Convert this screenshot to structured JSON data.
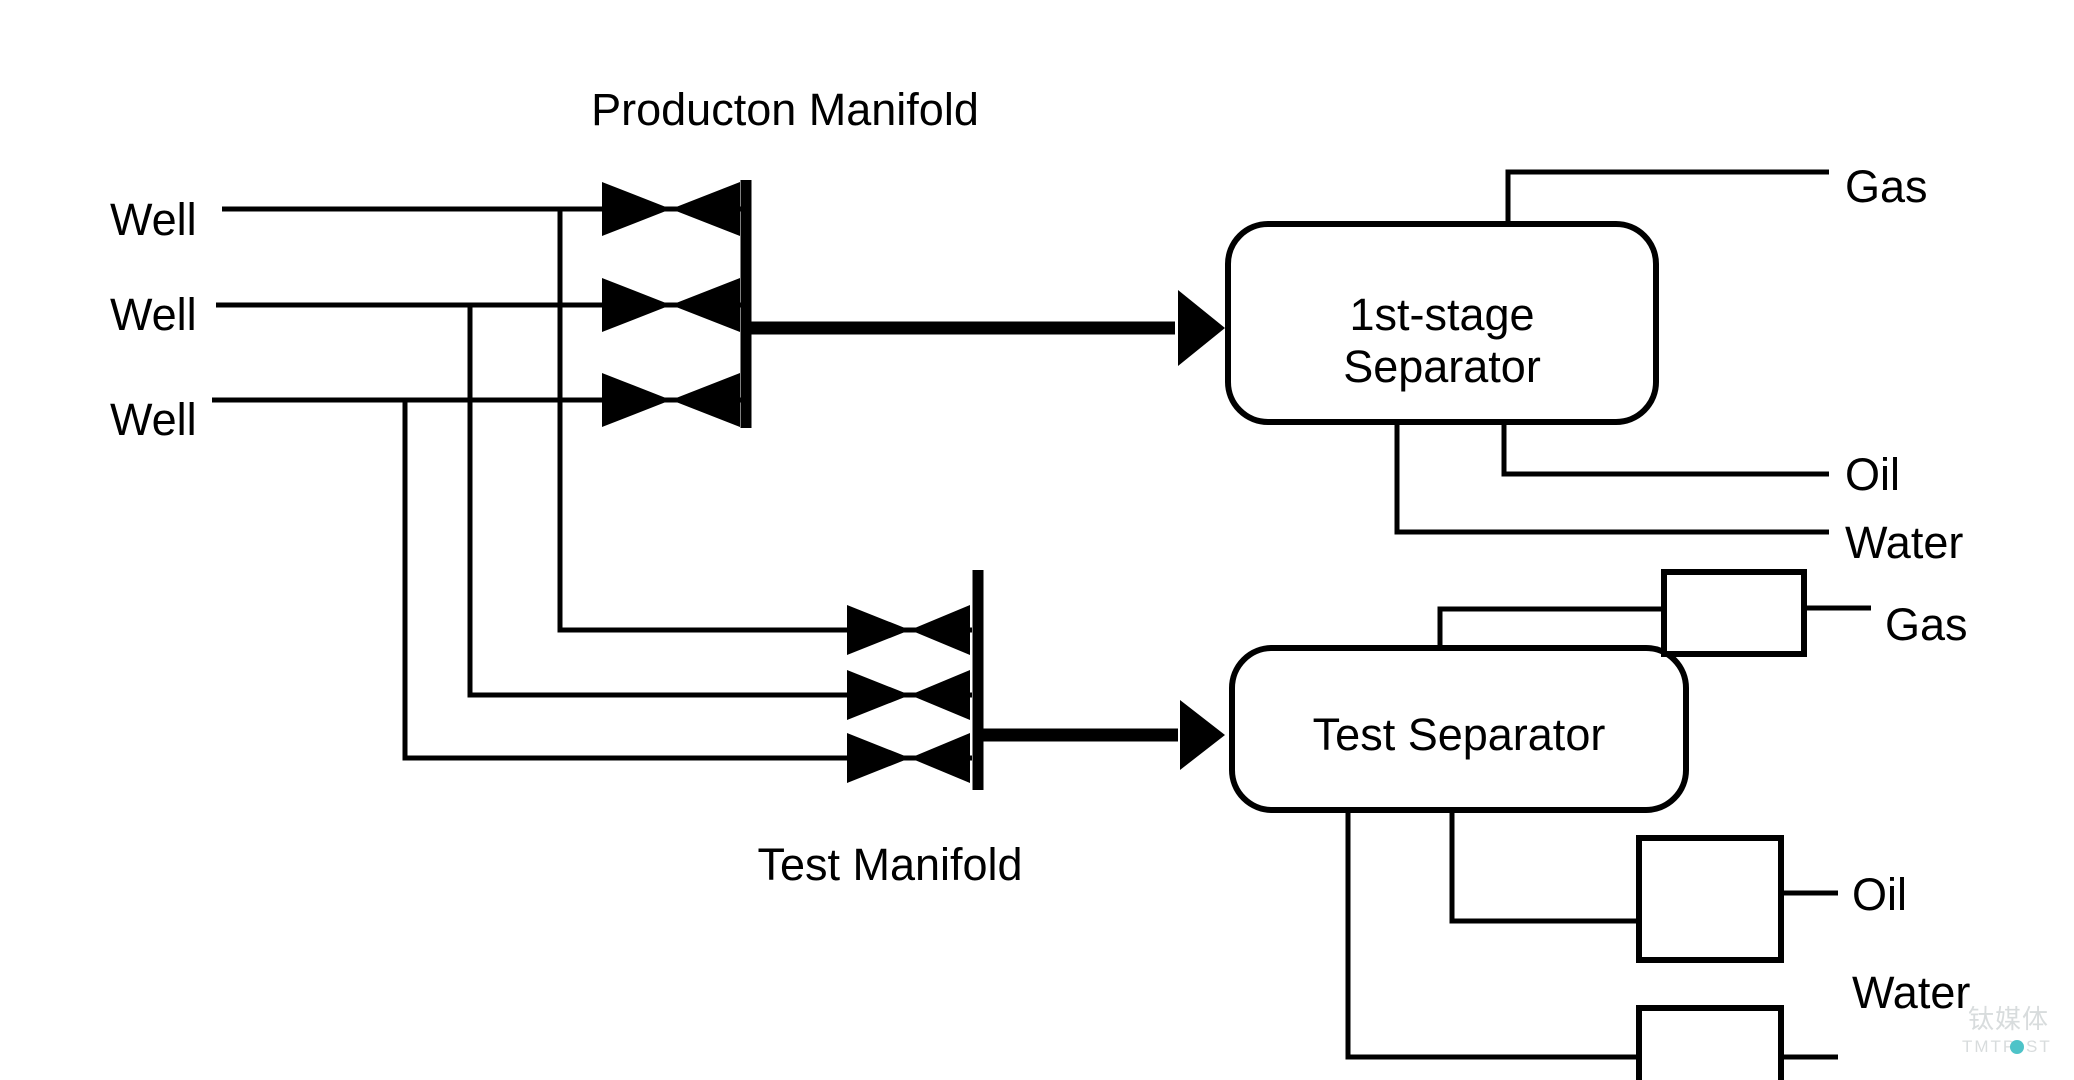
{
  "diagram": {
    "title_production_manifold": "Producton Manifold",
    "title_test_manifold": "Test Manifold",
    "wells": [
      {
        "label": "Well"
      },
      {
        "label": "Well"
      },
      {
        "label": "Well"
      }
    ],
    "vessels": [
      {
        "id": "first-stage-separator",
        "line1": "1st-stage",
        "line2": "Separator"
      },
      {
        "id": "test-separator",
        "line1": "Test Separator",
        "line2": ""
      }
    ],
    "production_outputs": [
      {
        "label": "Gas",
        "metered": false
      },
      {
        "label": "Oil",
        "metered": false
      },
      {
        "label": "Water",
        "metered": false
      }
    ],
    "test_outputs": [
      {
        "label": "Gas",
        "metered": true
      },
      {
        "label": "Oil",
        "metered": true
      },
      {
        "label": "Water",
        "metered": true
      }
    ],
    "valves": {
      "production_count": 3,
      "test_count": 3,
      "symbol": "gate-valve-bowtie"
    },
    "colors": {
      "line": "#000000",
      "background": "#ffffff",
      "watermark": "#d8dcdd",
      "watermark_accent": "#4ec3c8"
    },
    "watermark": {
      "cjk": "钛媒体",
      "latin_left": "TMTP",
      "latin_right": "ST"
    }
  }
}
